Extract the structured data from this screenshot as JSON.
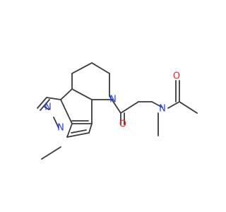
{
  "diagram": {
    "type": "skeletal-structure",
    "atom_labels": {
      "n_imidazole_top": "N",
      "n_imidazole_bottom": "N",
      "n_ring_amide": "N",
      "n_acetamide": "N",
      "o_carbonyl_mid": "O",
      "o_carbonyl_right": "O"
    },
    "colors": {
      "bond": "#3a3a3a",
      "nitrogen": "#1f3cff",
      "oxygen": "#ff1f1f",
      "background": "#ffffff"
    }
  }
}
